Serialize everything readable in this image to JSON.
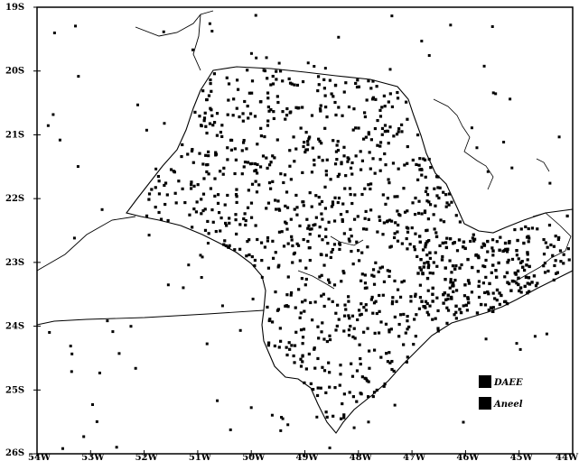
{
  "map": {
    "lat_labels": [
      "19S",
      "20S",
      "21S",
      "22S",
      "23S",
      "24S",
      "25S",
      "26S"
    ],
    "lon_labels": [
      "54W",
      "53W",
      "52W",
      "51W",
      "50W",
      "49W",
      "48W",
      "47W",
      "46W",
      "45W",
      "44W"
    ],
    "lon_range": [
      -54,
      -44
    ],
    "lat_range": [
      -19,
      -26
    ],
    "legend": [
      {
        "label": "DAEE",
        "color": "#000000"
      },
      {
        "label": "Aneel",
        "color": "#000000"
      }
    ],
    "stations_description_source": "rain gauge network (DAEE / Aneel)"
  }
}
